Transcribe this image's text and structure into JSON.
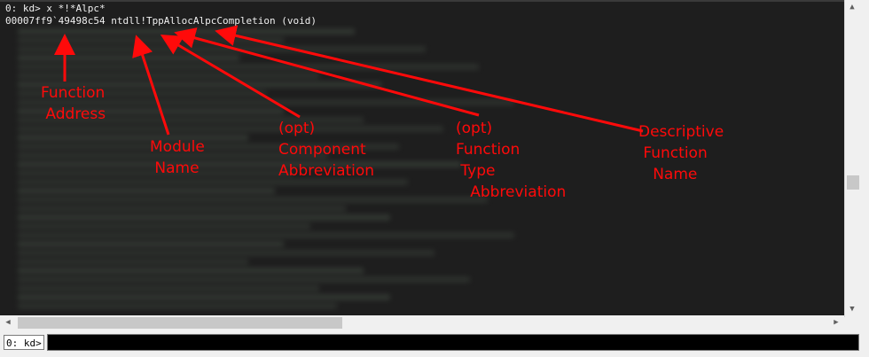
{
  "console": {
    "prompt_line": "0: kd> x *!*Alpc*",
    "result_line": "00007ff9`49498c54 ntdll!TppAllocAlpcCompletion (void)"
  },
  "command_bar": {
    "prompt": "0: kd>",
    "input_value": ""
  },
  "annotations": {
    "function_address": "Function\n Address",
    "module_name": "Module\n Name",
    "component_abbrev": "(opt)\nComponent\nAbbreviation",
    "function_type_abbrev": "(opt)\nFunction\n Type\n   Abbreviation",
    "descriptive_name": "Descriptive\n Function\n   Name"
  },
  "colors": {
    "annotation": "#ff0a0a",
    "console_bg": "#1e1e1e",
    "console_text": "#f0f0f0"
  }
}
